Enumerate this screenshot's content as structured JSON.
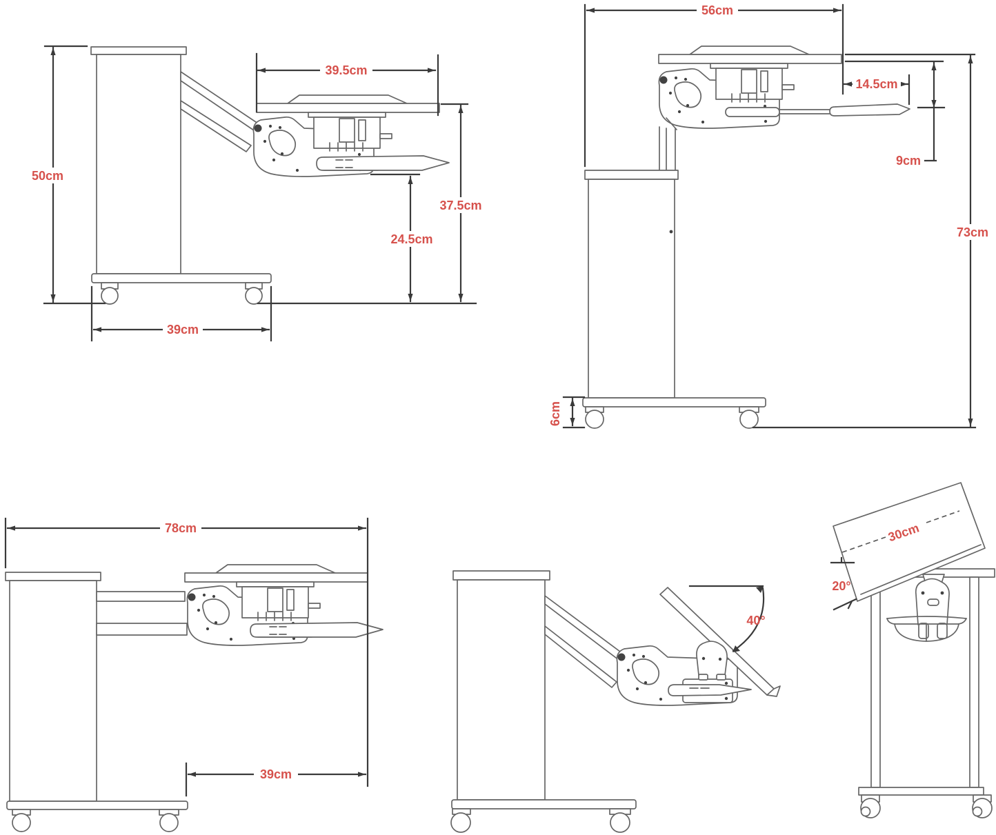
{
  "drawing": {
    "type": "technical-dimension-diagram",
    "subject": "mobile overbed laptop cart with articulated arm, tiltable tabletop and keyboard tray",
    "units": "cm",
    "accent_color": "#d6514c",
    "line_color": "#3a3a3a",
    "views": {
      "side_raised": {
        "label_height_total": "50cm",
        "label_tabletop_width": "39.5cm",
        "label_tabletop_height": "37.5cm",
        "label_tray_height": "24.5cm",
        "label_base_width": "39cm"
      },
      "side_lowered": {
        "label_depth_total": "56cm",
        "label_tray_inset": "14.5cm",
        "label_table_tray_gap": "9cm",
        "label_height_total": "73cm",
        "label_caster_height": "6cm"
      },
      "front_extended": {
        "label_width_total": "78cm",
        "label_arm_reach": "39cm"
      },
      "side_tilted": {
        "label_tilt_angle": "40°"
      },
      "front_tilted": {
        "label_tabletop_depth": "30cm",
        "label_tilt_angle": "20°"
      }
    }
  }
}
